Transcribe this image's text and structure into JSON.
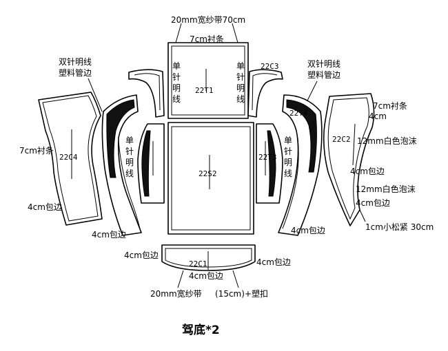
{
  "title": "驾底*2",
  "pieces": {
    "t1": "22T1",
    "s2": "22S2",
    "c1": "22C1",
    "c4": "22C4",
    "c2": "22C2",
    "c3": "22C3",
    "t4": "22T4",
    "t3": "22T3"
  },
  "labels": {
    "top_tape": "20mm宽纱带70cm",
    "top_lining": "7cm衬条",
    "double_stitch_left": [
      "双针明线",
      "塑料管边"
    ],
    "double_stitch_right": [
      "双针明线",
      "塑料管边"
    ],
    "single_stitch": [
      "单",
      "针",
      "明",
      "线"
    ],
    "left_lining": "7cm衬条",
    "left_edge": "4cm包边",
    "left_bottom_edge": "4cm包边",
    "c1_left_edge": "4cm包边",
    "c1_bottom_edge": "4cm包边",
    "c1_right_edge": "4cm包边",
    "bottom_tape": "20mm宽纱带",
    "bottom_tape_right": "(15cm)+塑扣",
    "right_bottom_edge": "4cm包边",
    "right_lining": "7cm衬条",
    "right_4cm_a": "4cm",
    "right_foam_a": "12mm白色泡沫",
    "right_edge_a": "4cm包边",
    "right_foam_b": "12mm白色泡沫",
    "right_edge_b": "4cm包边",
    "elastic": "1cm小松紧 30cm"
  }
}
